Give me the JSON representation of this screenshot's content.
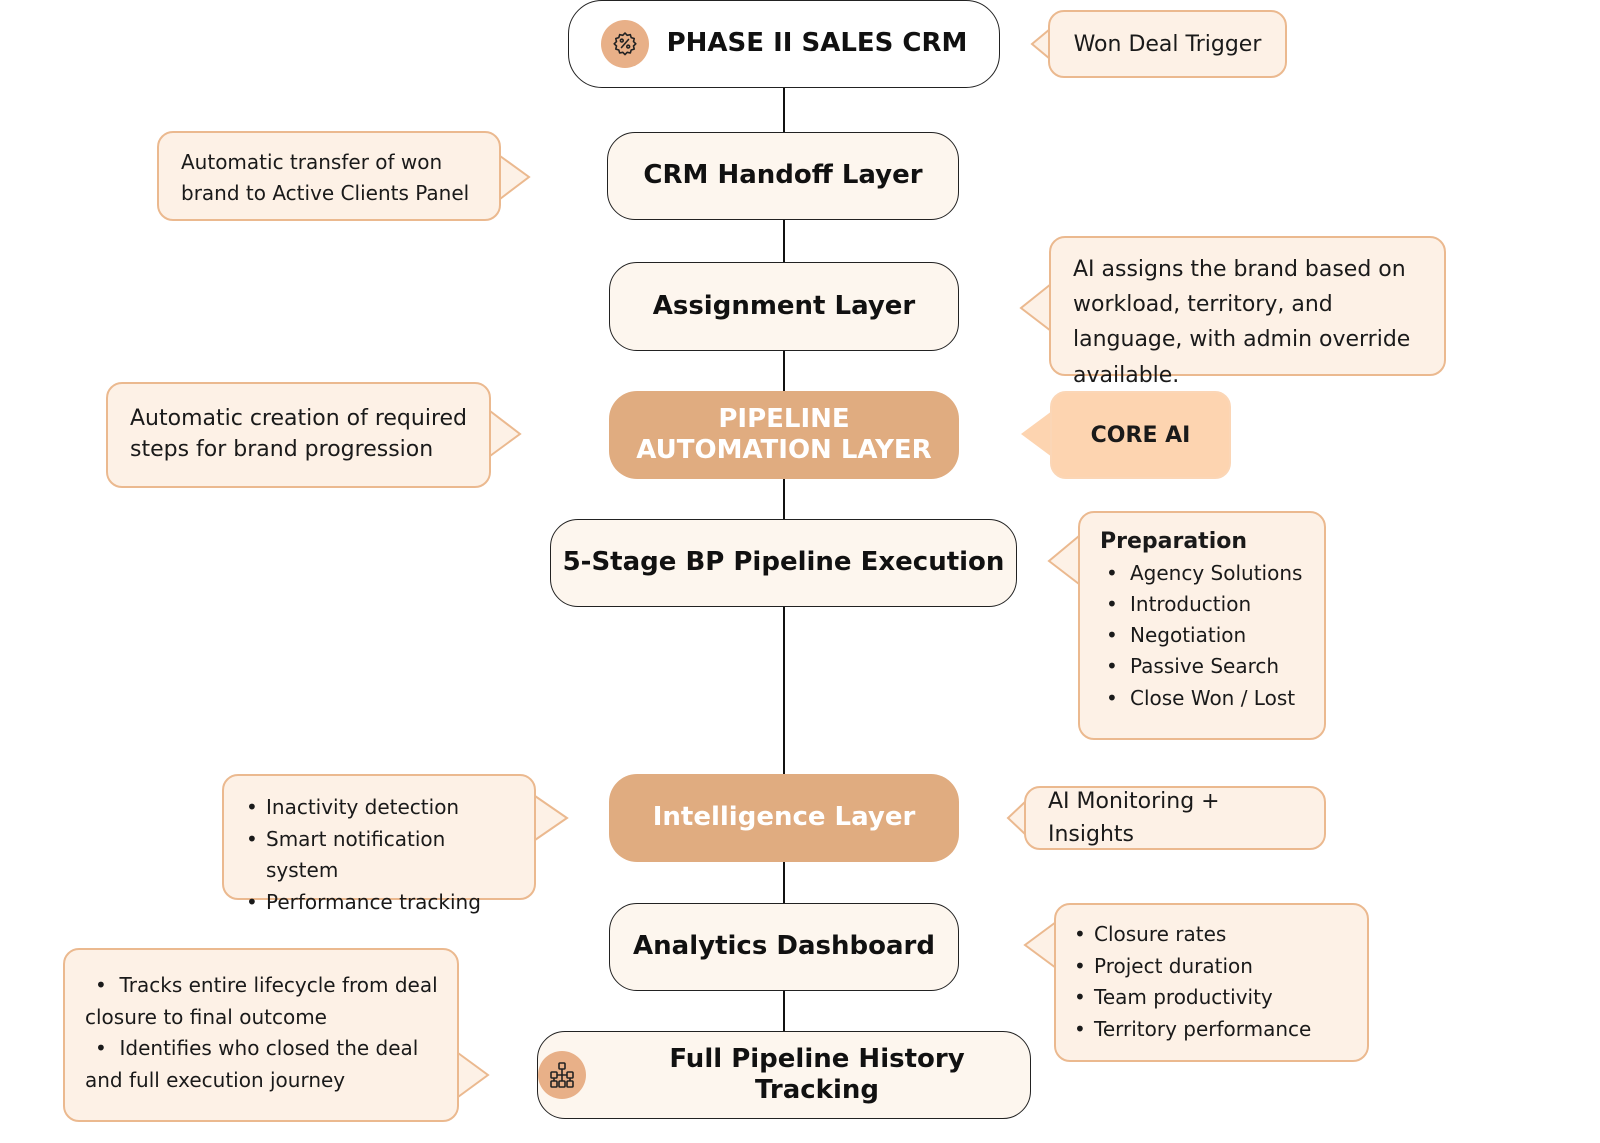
{
  "nodes": {
    "phase2_crm": "PHASE II SALES CRM",
    "crm_handoff": "CRM Handoff Layer",
    "assignment": "Assignment Layer",
    "pipeline_automation": "PIPELINE AUTOMATION LAYER",
    "bp_pipeline": "5-Stage BP Pipeline Execution",
    "intelligence": "Intelligence Layer",
    "analytics": "Analytics Dashboard",
    "history": "Full Pipeline History Tracking"
  },
  "callouts": {
    "won_deal": "Won Deal Trigger",
    "handoff_note": "Automatic transfer of won brand to Active Clients Panel",
    "assignment_note": "AI assigns the brand based on workload, territory, and language, with admin override available.",
    "automation_note": "Automatic creation of required steps for brand progression",
    "core_ai": "CORE AI",
    "stages": {
      "title": "Preparation",
      "items": [
        "Agency Solutions",
        "Introduction",
        "Negotiation",
        "Passive Search",
        "Close Won / Lost"
      ]
    },
    "intelligence_items": [
      "Inactivity detection",
      "Smart notification system",
      "Performance tracking"
    ],
    "monitoring": "AI Monitoring + Insights",
    "analytics_items": [
      "Closure rates",
      "Project duration",
      "Team productivity",
      "Territory performance"
    ],
    "history_items": [
      "Tracks entire lifecycle from deal closure to final outcome",
      "Identifies who closed the deal and full execution journey"
    ]
  },
  "icons": {
    "phase2_crm": "gear-percent-icon",
    "history": "hierarchy-icon"
  },
  "colors": {
    "accent_fill": "#e0ac80",
    "callout_fill": "#fdf1e6",
    "callout_border": "#ebb98f",
    "core_fill": "#fdd4b0",
    "node_fill": "#fdf6ee"
  }
}
